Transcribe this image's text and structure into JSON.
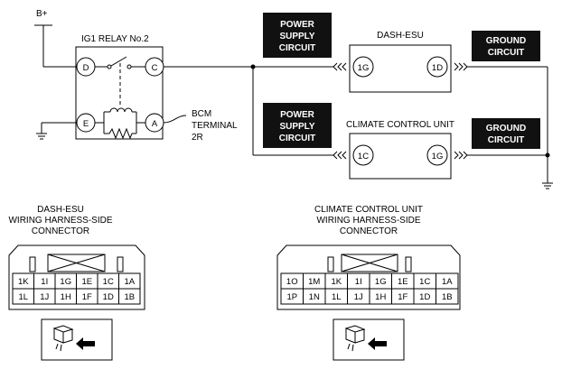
{
  "supply": {
    "label": "B+"
  },
  "relay": {
    "title": "IG1 RELAY No.2",
    "pins": [
      "D",
      "C",
      "E",
      "A"
    ]
  },
  "bcm_terminal": {
    "line1": "BCM",
    "line2": "TERMINAL",
    "line3": "2R"
  },
  "dash_esu": {
    "title": "DASH-ESU",
    "pin_in": "1G",
    "pin_out": "1D"
  },
  "climate_unit": {
    "title": "CLIMATE CONTROL UNIT",
    "pin_in": "1C",
    "pin_out": "1G"
  },
  "power_supply_circuit": {
    "line1": "POWER",
    "line2": "SUPPLY",
    "line3": "CIRCUIT"
  },
  "ground_circuit": {
    "line1": "GROUND",
    "line2": "CIRCUIT"
  },
  "dash_connector": {
    "title_line1": "DASH-ESU",
    "title_line2": "WIRING HARNESS-SIDE",
    "title_line3": "CONNECTOR",
    "rows": [
      [
        "1K",
        "1I",
        "1G",
        "1E",
        "1C",
        "1A"
      ],
      [
        "1L",
        "1J",
        "1H",
        "1F",
        "1D",
        "1B"
      ]
    ]
  },
  "climate_connector": {
    "title_line1": "CLIMATE CONTROL UNIT",
    "title_line2": "WIRING HARNESS-SIDE",
    "title_line3": "CONNECTOR",
    "rows": [
      [
        "1O",
        "1M",
        "1K",
        "1I",
        "1G",
        "1E",
        "1C",
        "1A"
      ],
      [
        "1P",
        "1N",
        "1L",
        "1J",
        "1H",
        "1F",
        "1D",
        "1B"
      ]
    ]
  },
  "icons": [
    "ground-symbol-icon",
    "connector-view-icon",
    "arrow-icon"
  ]
}
